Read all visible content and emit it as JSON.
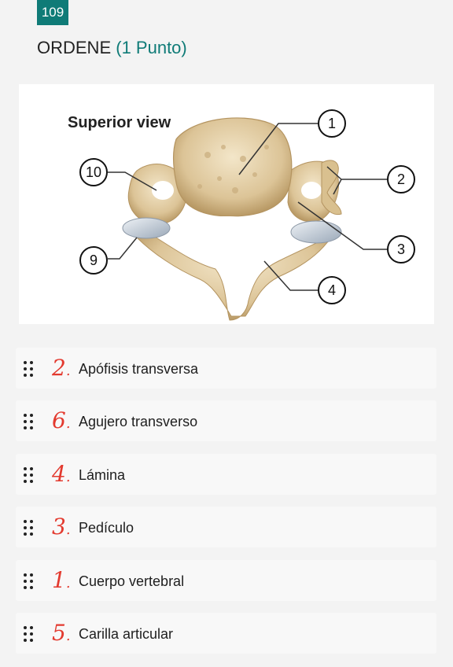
{
  "question": {
    "number": "109",
    "title": "ORDENE",
    "points": "(1 Punto)"
  },
  "figure": {
    "caption": "Superior view",
    "callouts": [
      "1",
      "2",
      "3",
      "4",
      "9",
      "10"
    ]
  },
  "items": [
    {
      "answer": "2",
      "label": "Apófisis transversa"
    },
    {
      "answer": "6",
      "label": "Agujero transverso"
    },
    {
      "answer": "4",
      "label": "Lámina"
    },
    {
      "answer": "3",
      "label": "Pedículo"
    },
    {
      "answer": "1",
      "label": "Cuerpo vertebral"
    },
    {
      "answer": "5",
      "label": "Carilla articular"
    }
  ],
  "colors": {
    "accent": "#0f7b77",
    "handwriting": "#e33a2f",
    "bone": "#e2cda4"
  },
  "icons": {
    "drag_handle": "drag-handle-icon"
  }
}
